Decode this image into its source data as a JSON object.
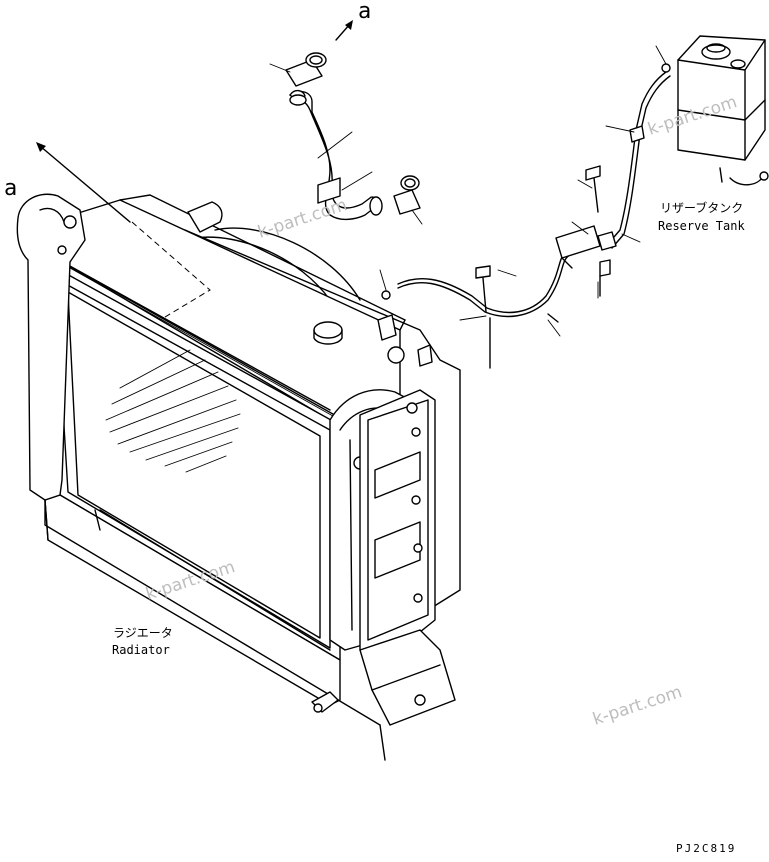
{
  "labels": {
    "arrow_a_top": "a",
    "arrow_a_left": "a",
    "reserve_tank_jp": "リザーブタンク",
    "reserve_tank_en": "Reserve Tank",
    "radiator_jp": "ラジエータ",
    "radiator_en": "Radiator",
    "drawing_code": "PJ2C819"
  },
  "watermarks": {
    "wm1": "k-part.com",
    "wm2": "k-part.com",
    "wm3": "k-part.com",
    "wm4": "k-part.com"
  }
}
